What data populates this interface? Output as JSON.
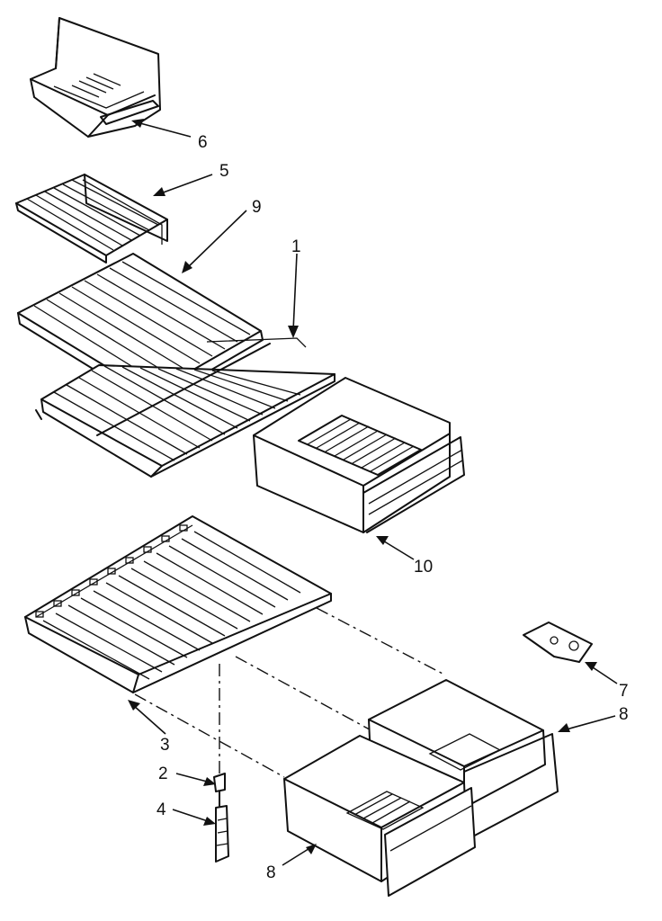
{
  "callouts": {
    "c6": "6",
    "c5": "5",
    "c9": "9",
    "c1": "1",
    "c10": "10",
    "c3": "3",
    "c7": "7",
    "c8a": "8",
    "c2": "2",
    "c4": "4",
    "c8b": "8"
  },
  "colors": {
    "ink": "#111111",
    "paper": "#ffffff"
  }
}
